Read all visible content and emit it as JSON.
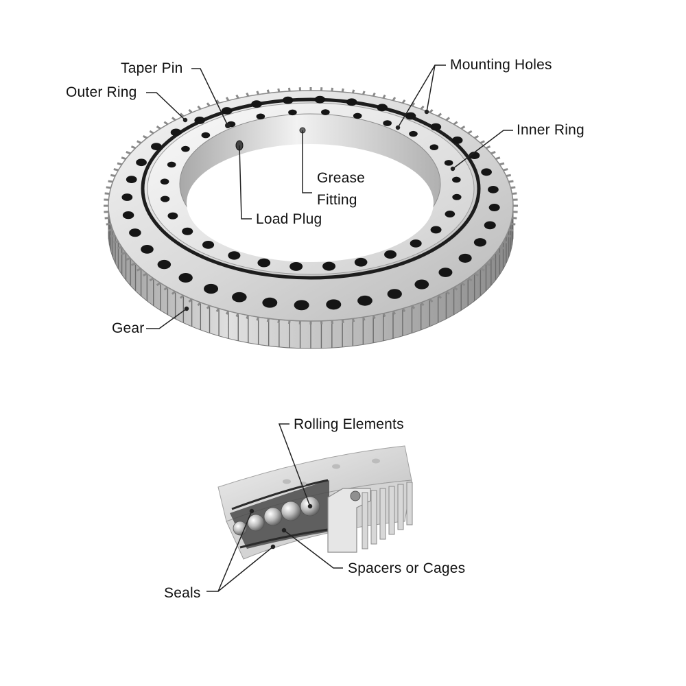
{
  "labels": {
    "taper_pin": "Taper Pin",
    "outer_ring": "Outer Ring",
    "mounting_holes": "Mounting Holes",
    "inner_ring": "Inner Ring",
    "grease": "Grease",
    "fitting": "Fitting",
    "load_plug": "Load Plug",
    "gear": "Gear",
    "rolling_elements": "Rolling Elements",
    "spacers_or_cages": "Spacers or Cages",
    "seals": "Seals"
  },
  "colors": {
    "label_text": "#111111",
    "leader_line": "#222222",
    "metal_light": "#e8e8e8",
    "metal_mid": "#bdbdbd",
    "metal_dark": "#6f6f6f",
    "hole": "#151515"
  }
}
